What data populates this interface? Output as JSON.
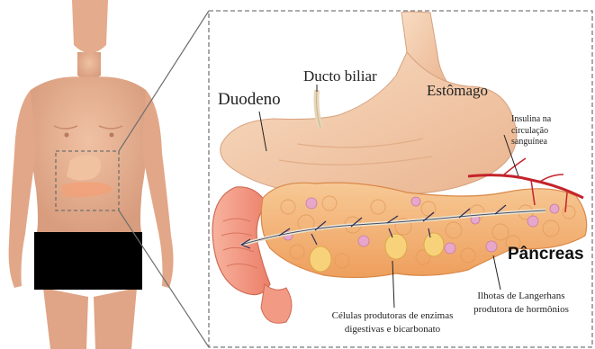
{
  "labels": {
    "duodeno": "Duodeno",
    "ducto_biliar": "Ducto biliar",
    "estomago": "Estômago",
    "insulina": [
      "Insulina na",
      "circulação",
      "sanguínea"
    ],
    "pancreas": "Pâncreas",
    "celulas": [
      "Células produtoras de enzimas",
      "digestivas e bicarbonato"
    ],
    "ilhotas": [
      "Ilhotas de Langerhans",
      "produtora de hormônios"
    ]
  },
  "colors": {
    "skin": "#e8b394",
    "stomach": "#f3c9a6",
    "pancreas": "#f4b87a",
    "duodenum": "#f08d78",
    "vessel": "#c4232b",
    "islet": "#e7a7cb",
    "censor": "#000000",
    "frame": "#7a7a7a"
  }
}
